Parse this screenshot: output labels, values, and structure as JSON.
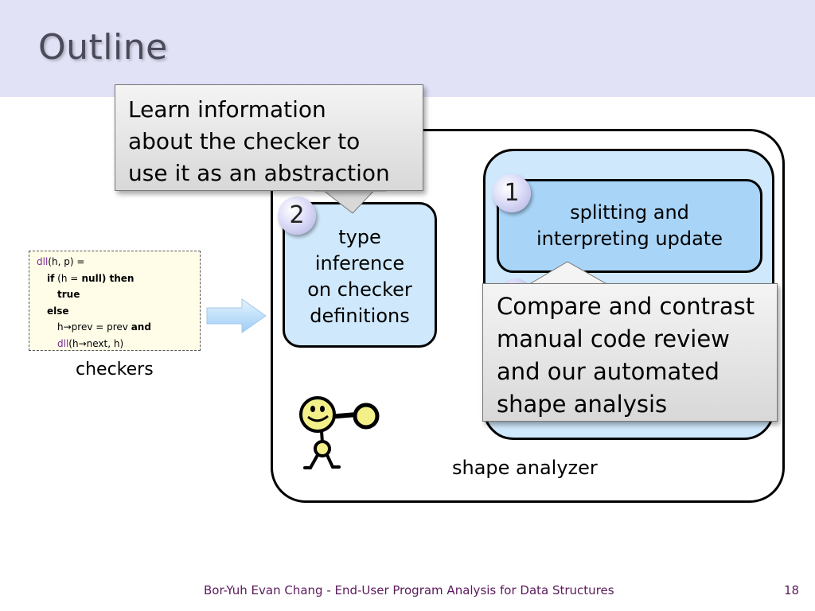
{
  "slide": {
    "title": "Outline",
    "footer": "Bor-Yuh Evan Chang - End-User Program Analysis for Data Structures",
    "page_number": "18"
  },
  "checker": {
    "lines": [
      {
        "parts": [
          {
            "t": "dll",
            "c": "fn"
          },
          {
            "t": "(h, p) =",
            "c": ""
          }
        ]
      },
      {
        "parts": [
          {
            "t": "if",
            "c": "kw"
          },
          {
            "t": " (h ",
            "c": ""
          },
          {
            "t": "=",
            "c": ""
          },
          {
            "t": " null) ",
            "c": "kw"
          },
          {
            "t": "then",
            "c": "kw"
          }
        ]
      },
      {
        "parts": [
          {
            "t": "true",
            "c": "kw"
          }
        ]
      },
      {
        "parts": [
          {
            "t": "else",
            "c": "kw"
          }
        ]
      },
      {
        "parts": [
          {
            "t": "h→prev = prev  ",
            "c": ""
          },
          {
            "t": "and",
            "c": "kw"
          }
        ]
      },
      {
        "parts": [
          {
            "t": "dll",
            "c": "fn"
          },
          {
            "t": "(h→next, h)",
            "c": ""
          }
        ]
      }
    ],
    "label": "checkers"
  },
  "type_inference": {
    "lines": [
      "type",
      "inference",
      "on checker",
      "definitions"
    ],
    "badge": "2"
  },
  "splitting": {
    "lines": [
      "splitting and",
      "interpreting update"
    ],
    "badge": "1"
  },
  "analyzer_label": "shape analyzer",
  "callout_top": {
    "lines": [
      "Learn information",
      "about the checker to",
      "use it as an abstraction"
    ]
  },
  "callout_bottom": {
    "lines": [
      "Compare and contrast",
      "manual code review",
      "and our automated",
      "shape analysis"
    ]
  },
  "colors": {
    "title_band": "#e2e2f7",
    "box_fill": "#cfe8fb",
    "split_fill": "#a8d4f7",
    "arrow_fill": "#bfe0fb",
    "footer_text": "#5b1a5b",
    "figure_yellow": "#f3f08a"
  }
}
